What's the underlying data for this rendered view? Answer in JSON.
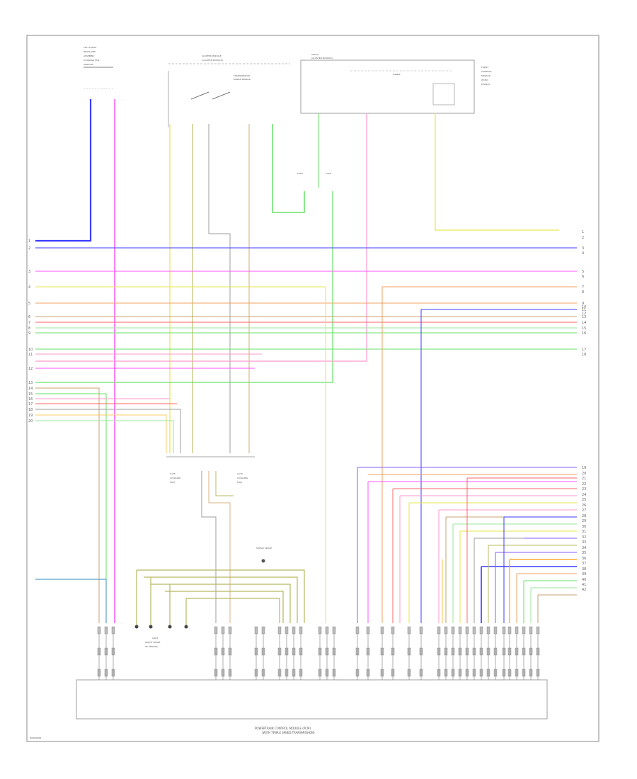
{
  "labels": {
    "main_module": "POWERTRAIN CONTROL MODULE (PCM)",
    "main_module_sub": "(WITH TRIPLE SPEED TRANSMISSION)",
    "top_right_box": "(CLUSTER MODULE)",
    "fan_box": "COOLING FAN MODULE",
    "range_sensor": "TRANSMISSION RANGE SENSOR",
    "shield_note": "SHIELD SPLICE",
    "footer_code": "W0004562"
  },
  "colors": {
    "frame": "#8a8a8a",
    "blue": "#3b3bff",
    "magenta": "#ff55ff",
    "pink": "#ff99cc",
    "yellow": "#e6e64d",
    "green": "#66e266",
    "orange": "#f0a060",
    "red": "#ff6666",
    "gray": "#9e9e9e",
    "violet": "#8a5cff",
    "olive": "#b8b860",
    "brown": "#c8a070",
    "cyan": "#5aa0c8",
    "ltgreen": "#99e699",
    "tan": "#d8b080"
  },
  "side_numbers_right": [
    "1",
    "2",
    "3",
    "4",
    "5",
    "6",
    "7",
    "8",
    "9",
    "10",
    "11",
    "12",
    "13",
    "14",
    "15",
    "16",
    "17",
    "18",
    "19",
    "20",
    "21",
    "22",
    "23",
    "24",
    "25",
    "26",
    "27",
    "28",
    "29",
    "30",
    "31",
    "32",
    "33",
    "34",
    "35",
    "36",
    "37",
    "38",
    "39",
    "40",
    "41",
    "42"
  ],
  "side_numbers_left": [
    "1",
    "2",
    "3",
    "4",
    "5",
    "6",
    "7",
    "8",
    "9",
    "10",
    "11",
    "12",
    "13",
    "14",
    "15",
    "16",
    "17",
    "18",
    "19",
    "20"
  ]
}
